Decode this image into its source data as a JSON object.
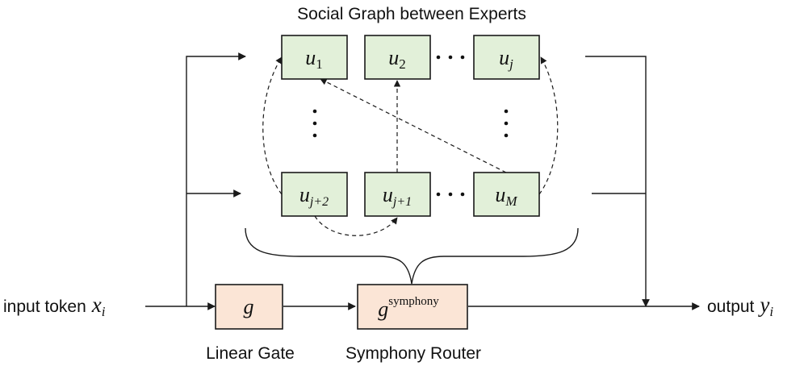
{
  "title": "Social Graph between Experts",
  "input": {
    "prefix": "input token",
    "var": "x",
    "sub": "i"
  },
  "output": {
    "prefix": "output",
    "var": "y",
    "sub": "i"
  },
  "experts": {
    "u1": {
      "var": "u",
      "sub": "1"
    },
    "u2": {
      "var": "u",
      "sub": "2"
    },
    "uj": {
      "var": "u",
      "sub": "j"
    },
    "uj2": {
      "var": "u",
      "sub": "j+2"
    },
    "uj1": {
      "var": "u",
      "sub": "j+1"
    },
    "uM": {
      "var": "u",
      "sub": "M"
    }
  },
  "gate": {
    "symbol": "g",
    "caption": "Linear Gate"
  },
  "router": {
    "symbol": "g",
    "sup": "symphony",
    "caption": "Symphony Router"
  },
  "colors": {
    "expert_fill": "#e2f0d9",
    "gate_fill": "#fbe5d6",
    "stroke": "#1a1a1a"
  }
}
